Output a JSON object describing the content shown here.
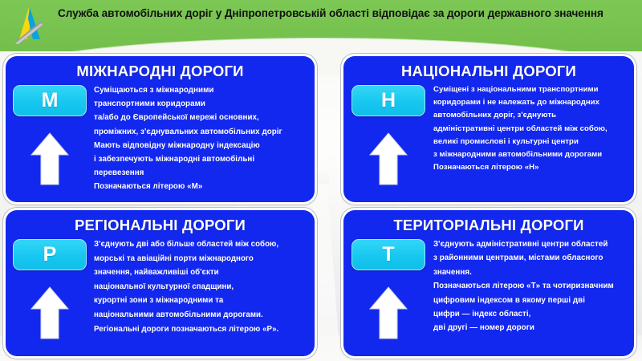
{
  "header": {
    "title": "Служба автомобільних доріг у Дніпропетровській області відповідає за дороги державного значення",
    "logo_name": "sad-dnipro-logo",
    "green": "#79c450"
  },
  "colors": {
    "panel_blue": "#1328ee",
    "badge_cyan": "#17c7f0",
    "text_white": "#ffffff",
    "header_text": "#121212"
  },
  "panels": [
    {
      "id": "international",
      "title": "МІЖНАРОДНІ ДОРОГИ",
      "badge": "М",
      "arrow": "up-arrow-icon",
      "lines": [
        "Суміщаються з міжнародними",
        "транспортними коридорами",
        "та/або до Європейської мережі основних,",
        "проміжних, з'єднувальних автомобільних доріг",
        "Мають відповідну міжнародну індексацію",
        "і забезпечують міжнародні автомобільні",
        "перевезення",
        "Позначаються літерою «М»"
      ]
    },
    {
      "id": "national",
      "title": "НАЦІОНАЛЬНІ ДОРОГИ",
      "badge": "Н",
      "arrow": "up-arrow-icon",
      "lines": [
        "Суміщені з національними транспортними",
        "коридорами і не належать до міжнародних",
        "автомобільних доріг, з'єднують",
        "адміністративні центри областей між собою,",
        "великі промислові і культурні центри",
        "з міжнародними автомобільними дорогами",
        "Позначаються літерою «Н»"
      ]
    },
    {
      "id": "regional",
      "title": "РЕГІОНАЛЬНІ ДОРОГИ",
      "badge": "Р",
      "arrow": "up-arrow-icon",
      "lines": [
        "З'єднують дві або більше областей між собою,",
        "морські та авіаційні порти  міжнародного",
        "значення, найважливіші об'єкти",
        "національної культурної спадщини,",
        "курортні зони з міжнародними та",
        "національними автомобільними дорогами.",
        "Регіональні дороги позначаються літерою «Р»."
      ]
    },
    {
      "id": "territorial",
      "title": "ТЕРИТОРІАЛЬНІ ДОРОГИ",
      "badge": "Т",
      "arrow": "up-arrow-icon",
      "lines": [
        "З'єднують адміністративні центри областей",
        "з районними центрами, містами обласного",
        "значення.",
        "Позначаються літерою «Т» та чотиризначним",
        "цифровим індексом в якому перші дві",
        "цифри — індекс області,",
        "дві другі — номер дороги"
      ]
    }
  ]
}
